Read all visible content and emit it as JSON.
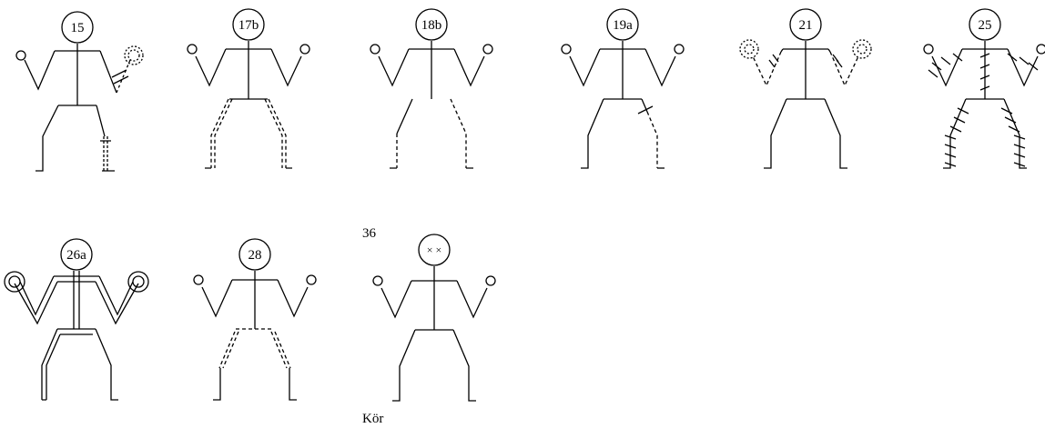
{
  "figures": [
    {
      "id": "15",
      "label": "15"
    },
    {
      "id": "17b",
      "label": "17b"
    },
    {
      "id": "18b",
      "label": "18b"
    },
    {
      "id": "19a",
      "label": "19a"
    },
    {
      "id": "21",
      "label": "21"
    },
    {
      "id": "25",
      "label": "25"
    },
    {
      "id": "26a",
      "label": "26a"
    },
    {
      "id": "28",
      "label": "28"
    },
    {
      "id": "36",
      "label": "36",
      "face": "× ×",
      "caption": "Kör"
    }
  ]
}
